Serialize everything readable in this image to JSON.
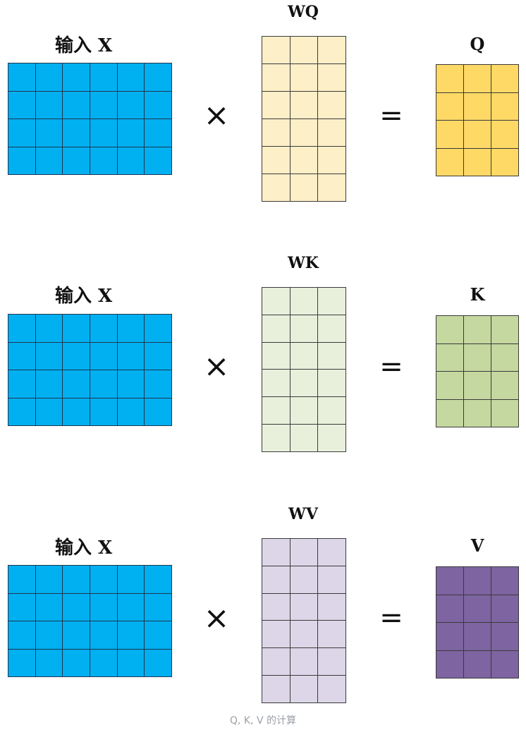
{
  "rows": [
    {
      "input_label": "输入  X",
      "weight_label": "WQ",
      "output_label": "Q",
      "times_symbol": "×",
      "equals_symbol": "=",
      "colors": {
        "input": "#00B0F0",
        "weight": "#FDEFC7",
        "output": "#FFD966"
      }
    },
    {
      "input_label": "输入  X",
      "weight_label": "WK",
      "output_label": "K",
      "times_symbol": "×",
      "equals_symbol": "=",
      "colors": {
        "input": "#00B0F0",
        "weight": "#E8F0DC",
        "output": "#C5D8A0"
      }
    },
    {
      "input_label": "输入  X",
      "weight_label": "WV",
      "output_label": "V",
      "times_symbol": "×",
      "equals_symbol": "=",
      "colors": {
        "input": "#00B0F0",
        "weight": "#DCD6E8",
        "output": "#7E64A1"
      }
    }
  ],
  "matrices": {
    "input": {
      "rows": 4,
      "cols": 6
    },
    "weight": {
      "rows": 6,
      "cols": 3
    },
    "output": {
      "rows": 4,
      "cols": 3
    }
  },
  "caption": "Q, K, V 的计算"
}
